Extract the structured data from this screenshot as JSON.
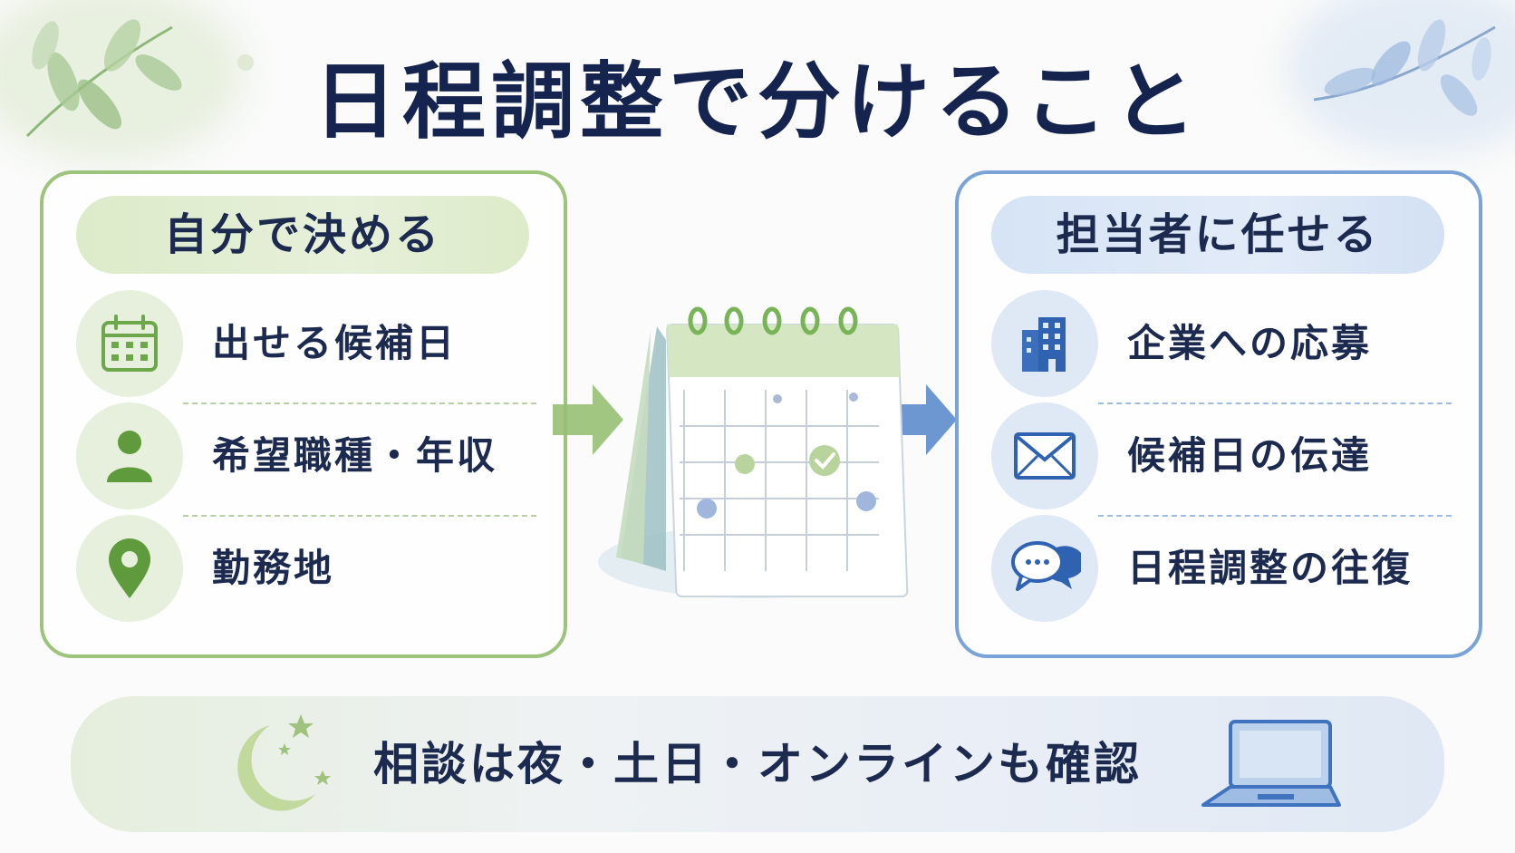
{
  "title": "日程調整で分けること",
  "left_panel": {
    "heading": "自分で決める",
    "items": [
      {
        "label": "出せる候補日",
        "icon": "calendar-icon"
      },
      {
        "label": "希望職種・年収",
        "icon": "person-icon"
      },
      {
        "label": "勤務地",
        "icon": "location-pin-icon"
      }
    ]
  },
  "right_panel": {
    "heading": "担当者に任せる",
    "items": [
      {
        "label": "企業への応募",
        "icon": "building-icon"
      },
      {
        "label": "候補日の伝達",
        "icon": "envelope-icon"
      },
      {
        "label": "日程調整の往復",
        "icon": "chat-bubbles-icon"
      }
    ]
  },
  "footer": {
    "text": "相談は夜・土日・オンラインも確認",
    "left_icon": "moon-stars-icon",
    "right_icon": "laptop-icon"
  },
  "center_illustration": "desk-calendar-icon",
  "colors": {
    "navy_text": "#1b2a4e",
    "green_accent": "#7fb05c",
    "blue_accent": "#3f72bf",
    "green_border": "#9cc47a",
    "blue_border": "#7aa3d8"
  }
}
